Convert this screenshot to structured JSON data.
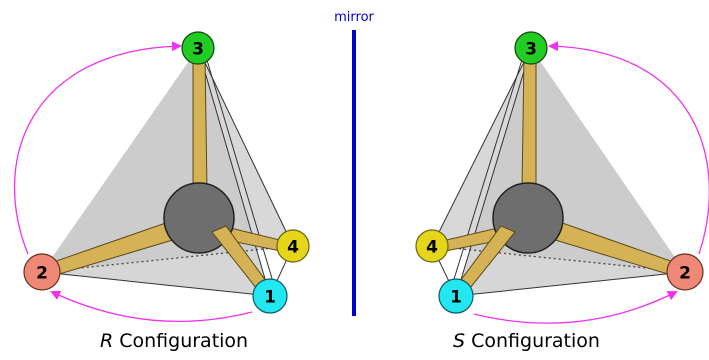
{
  "mirror": {
    "label": "mirror",
    "color": "#0000cc"
  },
  "colors": {
    "atom_1": "#22e6f0",
    "atom_2": "#f08878",
    "atom_3": "#22cc22",
    "atom_4": "#e6d61a",
    "central_atom": "#6e6e6e",
    "bond": "#d4b255",
    "arrow": "#ee33ee",
    "face": "#d8d8d8"
  },
  "left_molecule": {
    "atoms": {
      "a1": "1",
      "a2": "2",
      "a3": "3",
      "a4": "4"
    },
    "caption": {
      "letter": "R",
      "text": " Configuration"
    }
  },
  "right_molecule": {
    "atoms": {
      "a1": "1",
      "a2": "2",
      "a3": "3",
      "a4": "4"
    },
    "caption": {
      "letter": "S",
      "text": " Configuration"
    }
  }
}
